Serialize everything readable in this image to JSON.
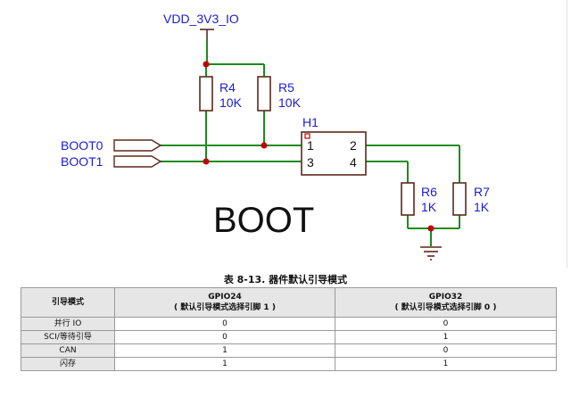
{
  "schematic": {
    "supply_label": "VDD_3V3_IO",
    "resistors": [
      {
        "ref": "R4",
        "value": "10K"
      },
      {
        "ref": "R5",
        "value": "10K"
      },
      {
        "ref": "R6",
        "value": "1K"
      },
      {
        "ref": "R7",
        "value": "1K"
      }
    ],
    "header": {
      "ref": "H1",
      "pins": [
        "1",
        "2",
        "3",
        "4"
      ]
    },
    "nets": [
      "BOOT0",
      "BOOT1"
    ],
    "title": "BOOT",
    "colors": {
      "wire": "#1a8c1a",
      "label": "#1b1bd6",
      "junction": "#c00000",
      "part": "#5a2a1a"
    }
  },
  "table": {
    "caption": "表 8-13. 器件默认引导模式",
    "headers": [
      {
        "line1": "引导模式",
        "line2": ""
      },
      {
        "line1": "GPIO24",
        "line2": "( 默认引导模式选择引脚 1 )"
      },
      {
        "line1": "GPIO32",
        "line2": "( 默认引导模式选择引脚 0 )"
      }
    ],
    "rows": [
      {
        "mode": "并行 IO",
        "gpio24": "0",
        "gpio32": "0"
      },
      {
        "mode": "SCI/等待引导",
        "gpio24": "0",
        "gpio32": "1"
      },
      {
        "mode": "CAN",
        "gpio24": "1",
        "gpio32": "0"
      },
      {
        "mode": "闪存",
        "gpio24": "1",
        "gpio32": "1"
      }
    ]
  }
}
